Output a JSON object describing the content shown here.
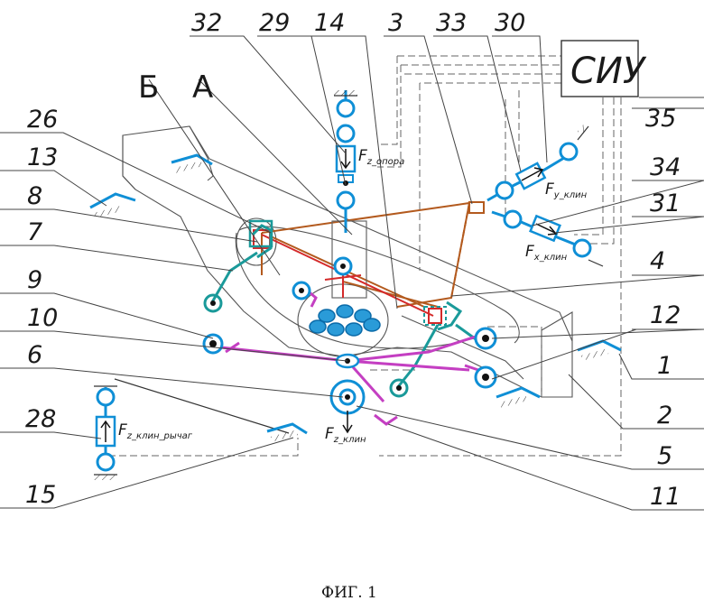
{
  "labels": {
    "n1": "1",
    "n2": "2",
    "n3": "3",
    "n4": "4",
    "n5": "5",
    "n6": "6",
    "n7": "7",
    "n8": "8",
    "n9": "9",
    "n10": "10",
    "n11": "11",
    "n12": "12",
    "n13": "13",
    "n14": "14",
    "n15": "15",
    "n26": "26",
    "n28": "28",
    "n29": "29",
    "n30": "30",
    "n31": "31",
    "n32": "32",
    "n33": "33",
    "n34": "34",
    "n35": "35",
    "b": "Б",
    "a": "А"
  },
  "siu_box": "СИУ",
  "forces": {
    "opora": {
      "main": "F",
      "sub": "z_опора"
    },
    "y_klin": {
      "main": "F",
      "sub": "y_клин"
    },
    "x_klin": {
      "main": "F",
      "sub": "x_клин"
    },
    "z_klin": {
      "main": "F",
      "sub": "z_клин"
    },
    "z_lever": {
      "main": "F",
      "sub": "z_клин_рычаг"
    }
  },
  "caption": "ФИГ. 1",
  "colors": {
    "blue": "#0f8fd6",
    "teal": "#1a9a9a",
    "magenta": "#c43fc2",
    "red": "#d42a2a",
    "brown": "#b35a1e"
  }
}
